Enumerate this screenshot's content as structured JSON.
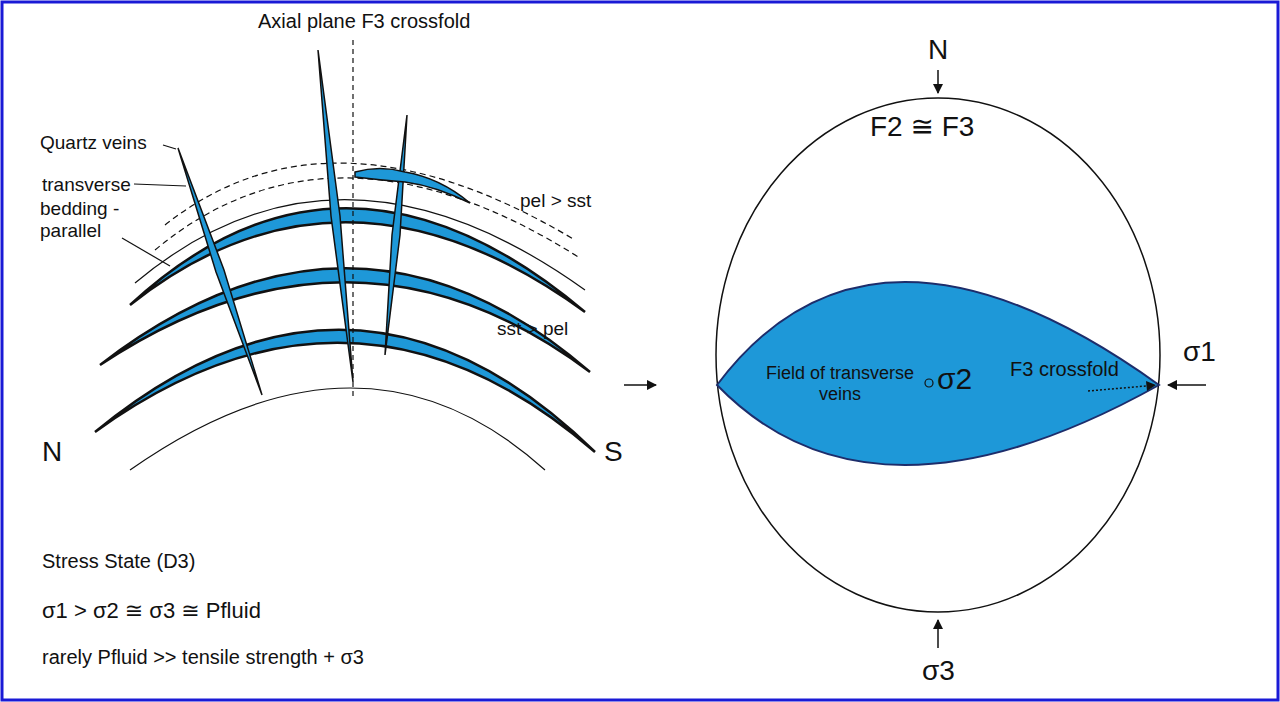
{
  "diagram": {
    "nodes": [
      {
        "text": [
          "F2 ≅ F3"
        ]
      },
      {
        "text": [
          "Field of transverse veins",
          "σ2",
          "F3 crossfold"
        ],
        "in": 0
      }
    ],
    "labels": [
      "Axial plane F3 crossfold",
      "Quartz veins",
      "transverse",
      "bedding -parallel",
      "pel > sst",
      "sst > pel",
      "N",
      "S",
      "Stress State (D3)",
      "σ1 > σ2 ≅ σ3 ≅ Pfluid",
      "rarely Pfluid >> tensile strength + σ3",
      "N",
      "σ1",
      "σ3"
    ]
  }
}
